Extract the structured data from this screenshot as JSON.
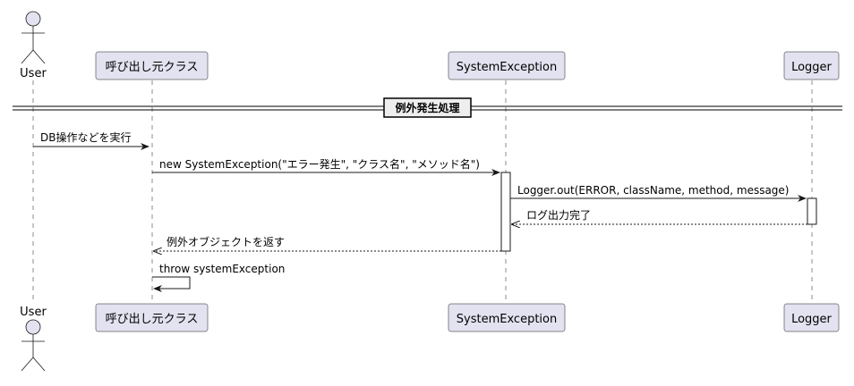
{
  "participants": [
    {
      "id": "user",
      "label": "User",
      "kind": "actor"
    },
    {
      "id": "caller",
      "label": "呼び出し元クラス",
      "kind": "participant"
    },
    {
      "id": "sysex",
      "label": "SystemException",
      "kind": "participant"
    },
    {
      "id": "logger",
      "label": "Logger",
      "kind": "participant"
    }
  ],
  "divider": {
    "label": "例外発生処理"
  },
  "messages": [
    {
      "from": "user",
      "to": "caller",
      "label": "DB操作などを実行",
      "type": "sync"
    },
    {
      "from": "caller",
      "to": "sysex",
      "label": "new SystemException(\"エラー発生\", \"クラス名\", \"メソッド名\")",
      "type": "sync"
    },
    {
      "from": "sysex",
      "to": "logger",
      "label": "Logger.out(ERROR, className, method, message)",
      "type": "sync"
    },
    {
      "from": "logger",
      "to": "sysex",
      "label": "ログ出力完了",
      "type": "return"
    },
    {
      "from": "sysex",
      "to": "caller",
      "label": "例外オブジェクトを返す",
      "type": "return"
    },
    {
      "from": "caller",
      "to": "caller",
      "label": "throw systemException",
      "type": "self"
    }
  ],
  "colors": {
    "participant_fill": "#E2E2F0",
    "line": "#181818"
  }
}
